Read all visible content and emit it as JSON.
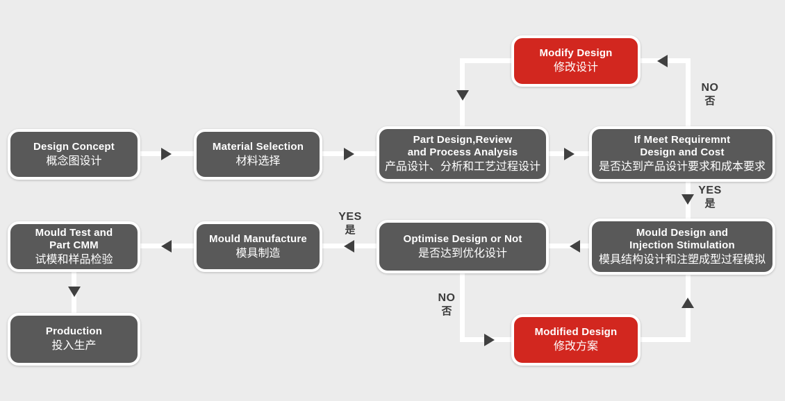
{
  "colors": {
    "background": "#ececec",
    "node_gray": "#595959",
    "node_red": "#d2271f",
    "node_text": "#ffffff",
    "connector_white": "#ffffff",
    "arrow_dark": "#404040",
    "label_text": "#3b3b3b"
  },
  "nodes": {
    "design_concept": {
      "en1": "Design Concept",
      "cn": "概念图设计"
    },
    "material_selection": {
      "en1": "Material Selection",
      "cn": "材料选择"
    },
    "part_design": {
      "en1": "Part Design,Review",
      "en2": "and Process Analysis",
      "cn": "产品设计、分析和工艺过程设计"
    },
    "if_meet_requirement": {
      "en1": "If Meet Requiremnt",
      "en2": "Design and Cost",
      "cn": "是否达到产品设计要求和成本要求"
    },
    "modify_design": {
      "en1": "Modify Design",
      "cn": "修改设计"
    },
    "mould_design": {
      "en1": "Mould Design and",
      "en2": "Injection Stimulation",
      "cn": "模具结构设计和注塑成型过程模拟"
    },
    "optimise_design": {
      "en1": "Optimise Design or Not",
      "cn": "是否达到优化设计"
    },
    "mould_manufacture": {
      "en1": "Mould Manufacture",
      "cn": "模具制造"
    },
    "mould_test": {
      "en1": "Mould Test and",
      "en2": "Part CMM",
      "cn": "试模和样品检验"
    },
    "modified_design": {
      "en1": "Modified Design",
      "cn": "修改方案"
    },
    "production": {
      "en1": "Production",
      "cn": "投入生产"
    }
  },
  "labels": {
    "no_top": {
      "en": "NO",
      "cn": "否"
    },
    "yes_right": {
      "en": "YES",
      "cn": "是"
    },
    "yes_middle": {
      "en": "YES",
      "cn": "是"
    },
    "no_bottom": {
      "en": "NO",
      "cn": "否"
    }
  }
}
